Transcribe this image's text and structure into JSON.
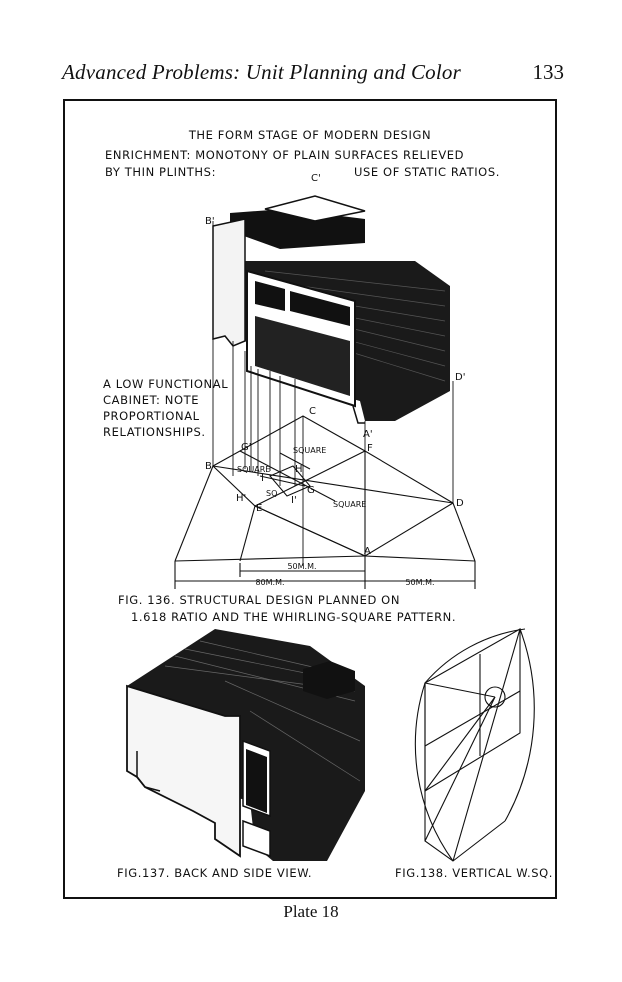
{
  "header": {
    "running_title": "Advanced Problems: Unit Planning and Color",
    "page_number": "133"
  },
  "plate": {
    "title": "THE FORM STAGE OF MODERN DESIGN",
    "subtitle_line1": "ENRICHMENT: MONOTONY OF PLAIN SURFACES RELIEVED",
    "subtitle_line2a": "BY THIN PLINTHS:",
    "subtitle_line2b": "USE OF STATIC RATIOS.",
    "side_note": [
      "A LOW FUNCTIONAL",
      "CABINET: NOTE",
      "PROPORTIONAL",
      "RELATIONSHIPS."
    ],
    "points": {
      "C_prime": "C'",
      "B_prime": "B'",
      "D_prime": "D'",
      "A_prime": "A'",
      "C": "C",
      "B": "B",
      "F": "F",
      "G_prime": "G'",
      "H": "H",
      "G": "G",
      "H_prime": "H'",
      "E": "E",
      "D": "D",
      "A": "A",
      "I": "I",
      "I_prime": "I'"
    },
    "region_labels": {
      "square1": "SQUARE",
      "square2": "SQUARE",
      "square3": "SQUARE",
      "sq": "SQ"
    },
    "dimensions": {
      "d1": "50M.M.",
      "d2": "80M.M.",
      "d3": "50M.M."
    },
    "fig136_caption_line1": "FIG. 136. STRUCTURAL DESIGN PLANNED ON",
    "fig136_caption_line2": "1.618 RATIO AND THE WHIRLING-SQUARE PATTERN.",
    "fig137_caption": "FIG.137. BACK AND SIDE VIEW.",
    "fig138_caption": "FIG.138. VERTICAL W.SQ.",
    "plate_caption": "Plate 18"
  }
}
